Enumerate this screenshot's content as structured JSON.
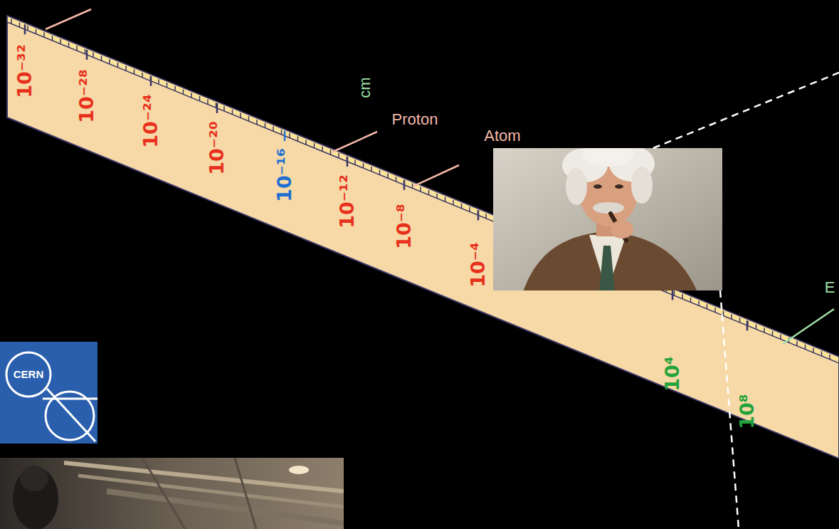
{
  "diagram": {
    "nodes": [
      {
        "text": [
          "CERN"
        ]
      }
    ],
    "labels": [
      "10⁻³²",
      "10⁻²⁸",
      "10⁻²⁴",
      "10⁻²⁰",
      "10⁻¹⁶",
      "cm",
      "Proton",
      "10⁻¹²",
      "Atom",
      "10⁻⁸",
      "10⁻⁴",
      "E",
      "10⁴",
      "10⁸"
    ]
  }
}
